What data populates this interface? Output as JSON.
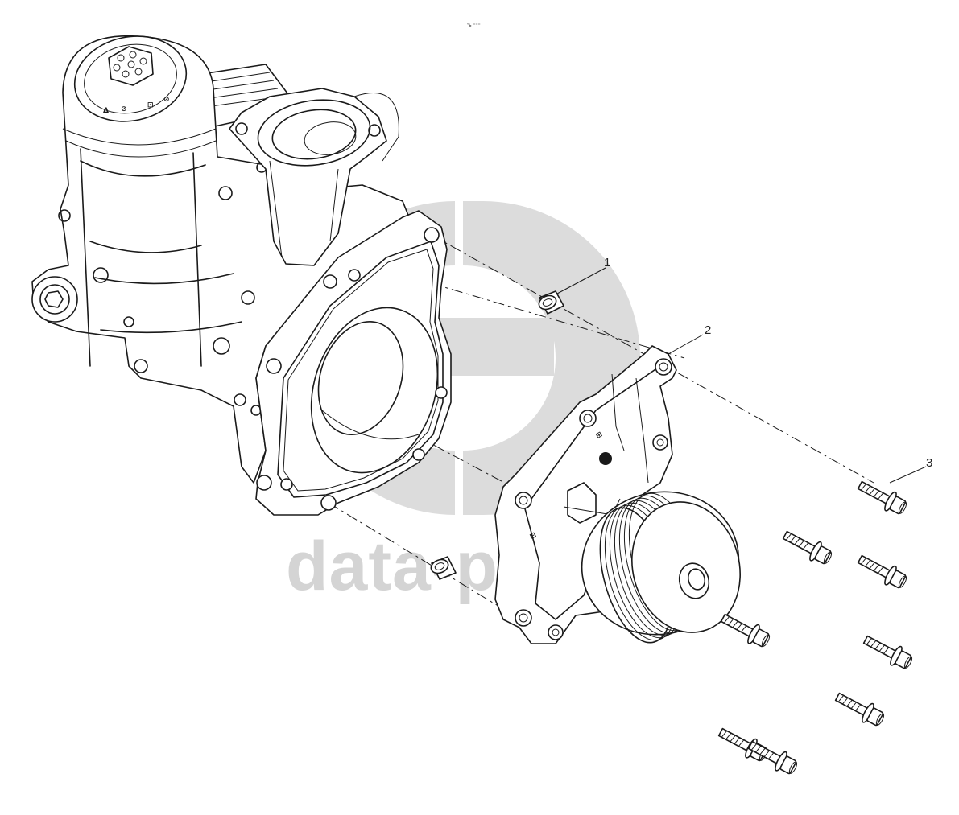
{
  "watermark": {
    "text": "data-parts",
    "color": "#d4d4d4"
  },
  "header_mark": "°ь ⁼⁼⁼",
  "callouts": [
    {
      "number": "1"
    },
    {
      "number": "2"
    },
    {
      "number": "3"
    }
  ],
  "filter_cap_marks": [
    "Δ",
    "⊘",
    "⊡",
    "⊘"
  ],
  "pump_body_marks": [
    "⊞",
    "⊟"
  ]
}
